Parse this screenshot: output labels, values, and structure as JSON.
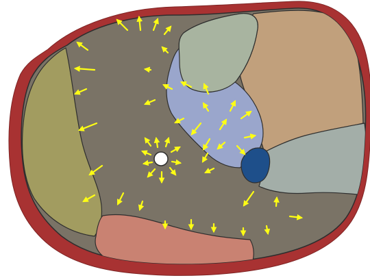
{
  "colors": {
    "background": "#ffffff",
    "outer_rim": "#a83232",
    "rim_stroke": "#7e2424",
    "main_region": "#7a7366",
    "left_region": "#a29c60",
    "bottom_region": "#c98272",
    "top_region": "#a8b4a0",
    "right_upper_region": "#c1a07c",
    "right_lower_region": "#a3aea8",
    "center_region": "#9aa6cc",
    "small_blob": "#1e4f8a",
    "arrows": "#ffff14",
    "source_dot": "#ffffff",
    "outline": "#2e2e2e"
  },
  "icons": {
    "arrow": "arrow-icon",
    "source": "point-source-icon"
  },
  "arrows": [
    [
      186,
      44,
      171,
      29
    ],
    [
      205,
      44,
      203,
      25
    ],
    [
      224,
      44,
      230,
      28
    ],
    [
      240,
      50,
      249,
      39
    ],
    [
      128,
      73,
      113,
      62
    ],
    [
      138,
      102,
      110,
      100
    ],
    [
      126,
      130,
      110,
      137
    ],
    [
      141,
      180,
      116,
      190
    ],
    [
      149,
      242,
      131,
      255
    ],
    [
      138,
      285,
      122,
      294
    ],
    [
      180,
      282,
      172,
      298
    ],
    [
      208,
      294,
      204,
      306
    ],
    [
      241,
      323,
      241,
      333
    ],
    [
      279,
      321,
      279,
      334
    ],
    [
      312,
      327,
      312,
      338
    ],
    [
      355,
      333,
      355,
      343
    ],
    [
      389,
      330,
      391,
      341
    ],
    [
      403,
      301,
      404,
      289
    ],
    [
      423,
      316,
      440,
      318
    ],
    [
      370,
      280,
      356,
      300
    ],
    [
      245,
      77,
      237,
      69
    ],
    [
      220,
      102,
      212,
      101
    ],
    [
      226,
      146,
      212,
      152
    ],
    [
      251,
      130,
      239,
      124
    ],
    [
      279,
      127,
      265,
      120
    ],
    [
      304,
      137,
      298,
      123
    ],
    [
      304,
      162,
      297,
      151
    ],
    [
      268,
      173,
      256,
      179
    ],
    [
      293,
      180,
      280,
      196
    ],
    [
      306,
      203,
      297,
      218
    ],
    [
      303,
      224,
      296,
      236
    ],
    [
      312,
      246,
      300,
      252
    ],
    [
      328,
      208,
      318,
      217
    ],
    [
      321,
      189,
      330,
      175
    ],
    [
      336,
      162,
      343,
      148
    ],
    [
      352,
      173,
      366,
      163
    ],
    [
      357,
      201,
      372,
      198
    ],
    [
      346,
      213,
      357,
      225
    ],
    [
      220,
      213,
      212,
      202
    ],
    [
      230,
      215,
      228,
      202
    ],
    [
      242,
      214,
      246,
      202
    ],
    [
      250,
      222,
      262,
      215
    ],
    [
      251,
      236,
      263,
      238
    ],
    [
      248,
      245,
      256,
      255
    ],
    [
      236,
      251,
      236,
      266
    ],
    [
      226,
      247,
      216,
      258
    ],
    [
      222,
      237,
      210,
      239
    ],
    [
      220,
      226,
      208,
      221
    ]
  ]
}
